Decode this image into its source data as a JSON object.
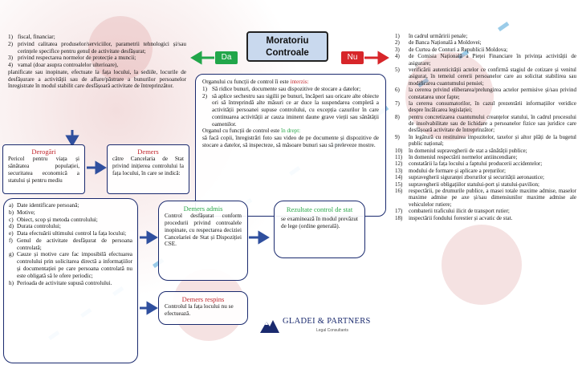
{
  "title": {
    "line1": "Moratoriu",
    "line2": "Controale"
  },
  "yes_label": "Da",
  "no_label": "Nu",
  "left_list": [
    {
      "n": "1)",
      "text": "fiscal, financiar;"
    },
    {
      "n": "2)",
      "text": "privind calitatea produselor/serviciilor, parametrii tehnologici și/sau cerințele specifice pentru genul de activitate desfășurat;"
    },
    {
      "n": "3)",
      "text": "privind respectarea normelor de protecție a muncii;"
    },
    {
      "n": "4)",
      "text": "vamal (doar asupra controalelor ulterioare),"
    }
  ],
  "left_paragraph": "planificate sau inopinate, efectuate la fața locului, la sediile, locurile de desfășurare a activității sau de aflare/păstrare a bunurilor persoanelor înregistrate în modul stabilit care desfășoară activitate de întreprinzător.",
  "center_box": {
    "intro": "Organului cu funcții de control îi este ",
    "intro_highlight": "interzis:",
    "items": [
      {
        "n": "1)",
        "text": "Să ridice bunuri, documente sau dispozitive de stocare a datelor;"
      },
      {
        "n": "2)",
        "text": "să aplice sechestru sau sigilii pe bunuri, încăperi sau oricare alte obiecte ori să întreprindă alte măsuri ce ar duce la suspendarea completă a activității persoanei supuse controlului, cu excepția cazurilor în care continuarea activității ar cauza iminent daune grave vieții sau sănătății oamenilor."
      }
    ],
    "right_intro": "Organul cu funcții de control este ",
    "right_highlight": "în drept:",
    "right_text": "să facă copii, înregistrări foto sau video de pe documente și dispozitive de stocare a datelor, să inspecteze, să măsoare bunuri sau să preleveze mostre."
  },
  "derogari": {
    "title": "Derogări",
    "text": "Pericol pentru viața și sănătatea populației, securitatea economică a statului și pentru mediu"
  },
  "demers": {
    "title": "Demers",
    "text": "către Cancelaria de Stat privind inițierea controlului la fața locului, în care se indică:"
  },
  "demers_list": [
    {
      "n": "a)",
      "text": "Date identificare persoană;"
    },
    {
      "n": "b)",
      "text": "Motive;"
    },
    {
      "n": "c)",
      "text": "Obiect, scop și metoda controlului;"
    },
    {
      "n": "d)",
      "text": "Durata controlului;"
    },
    {
      "n": "e)",
      "text": "Data efectuării ultimului control la fața locului;"
    },
    {
      "n": "f)",
      "text": "Genul de activitate desfășurat de persoana controlată;"
    },
    {
      "n": "g)",
      "text": "Cauze și motive care fac imposibilă efectuarea controlului prin solicitarea directă a informațiilor și documentației pe care persoana controlată nu este obligată să le ofere periodic;"
    },
    {
      "n": "h)",
      "text": "Perioada de activitate supusă controlului."
    }
  ],
  "admis": {
    "title": "Demers admis",
    "text": "Control desfășurat conform procedurii privind controalele inopinate, cu respectarea deciziei Cancelariei de Stat și Dispoziției CSE."
  },
  "respins": {
    "title": "Demers respins",
    "text": "Controlul la fața locului nu se efectuează."
  },
  "rezultate": {
    "title": "Rezultate control de stat",
    "text": "se examinează în modul prevăzut de lege (ordine generală)."
  },
  "logo": {
    "name": "GLADEI & PARTNERS",
    "tagline": "Legal Consultants"
  },
  "right_list": [
    {
      "n": "1)",
      "text": "în cadrul urmăririi penale;"
    },
    {
      "n": "2)",
      "text": "de Banca Națională a Moldovei;"
    },
    {
      "n": "3)",
      "text": "de Curtea de Conturi a Republicii Moldova;"
    },
    {
      "n": "4)",
      "text": "de Comisia Națională a Pieței Financiare în privința activității de asigurare;"
    },
    {
      "n": "5)",
      "text": "verificării autenticității actelor ce confirmă stagiul de cotizare și venitul asigurat, în temeiul cererii persoanelor care au solicitat stabilirea sau modificarea cuantumului pensiei;"
    },
    {
      "n": "6)",
      "text": "la cererea privind eliberarea/prelungirea actelor permisive și/sau privind constatarea unor fapte;"
    },
    {
      "n": "7)",
      "text": "la cererea consumatorilor, în cazul prezentării informațiilor veridice despre încălcarea legislației;"
    },
    {
      "n": "8)",
      "text": "pentru concretizarea cuantumului creanțelor statului, în cadrul procesului de insolvabilitate sau de lichidare a persoanelor fizice sau juridice care desfășoară activitate de întreprinzător;"
    },
    {
      "n": "9)",
      "text": "în legătură cu restituirea impozitelor, taxelor și altor plăți de la bugetul public național;"
    },
    {
      "n": "10)",
      "text": "în domeniul supravegherii de stat a sănătății publice;"
    },
    {
      "n": "11)",
      "text": "în domeniul respectării normelor antiincendiare;"
    },
    {
      "n": "12)",
      "text": "constatării la fața locului a faptului producerii accidentelor;"
    },
    {
      "n": "13)",
      "text": "modului de formare și aplicare a prețurilor;"
    },
    {
      "n": "14)",
      "text": "supravegherii siguranței zborurilor și securității aeronautice;"
    },
    {
      "n": "15)",
      "text": "supravegherii obligațiilor statului-port și statului-pavilion;"
    },
    {
      "n": "16)",
      "text": "respectării, pe drumurile publice, a masei totale maxime admise, maselor maxime admise pe axe și/sau dimensiunilor maxime admise ale vehiculelor rutiere;"
    },
    {
      "n": "17)",
      "text": "combaterii traficului ilicit de transport rutier;"
    },
    {
      "n": "18)",
      "text": "inspectării fondului forestier și acvatic de stat."
    }
  ],
  "colors": {
    "navy": "#1a2a6e",
    "yes": "#21a64a",
    "no": "#d7262a",
    "accent_red": "#c1272d",
    "title_fill": "#c9d9ee"
  }
}
